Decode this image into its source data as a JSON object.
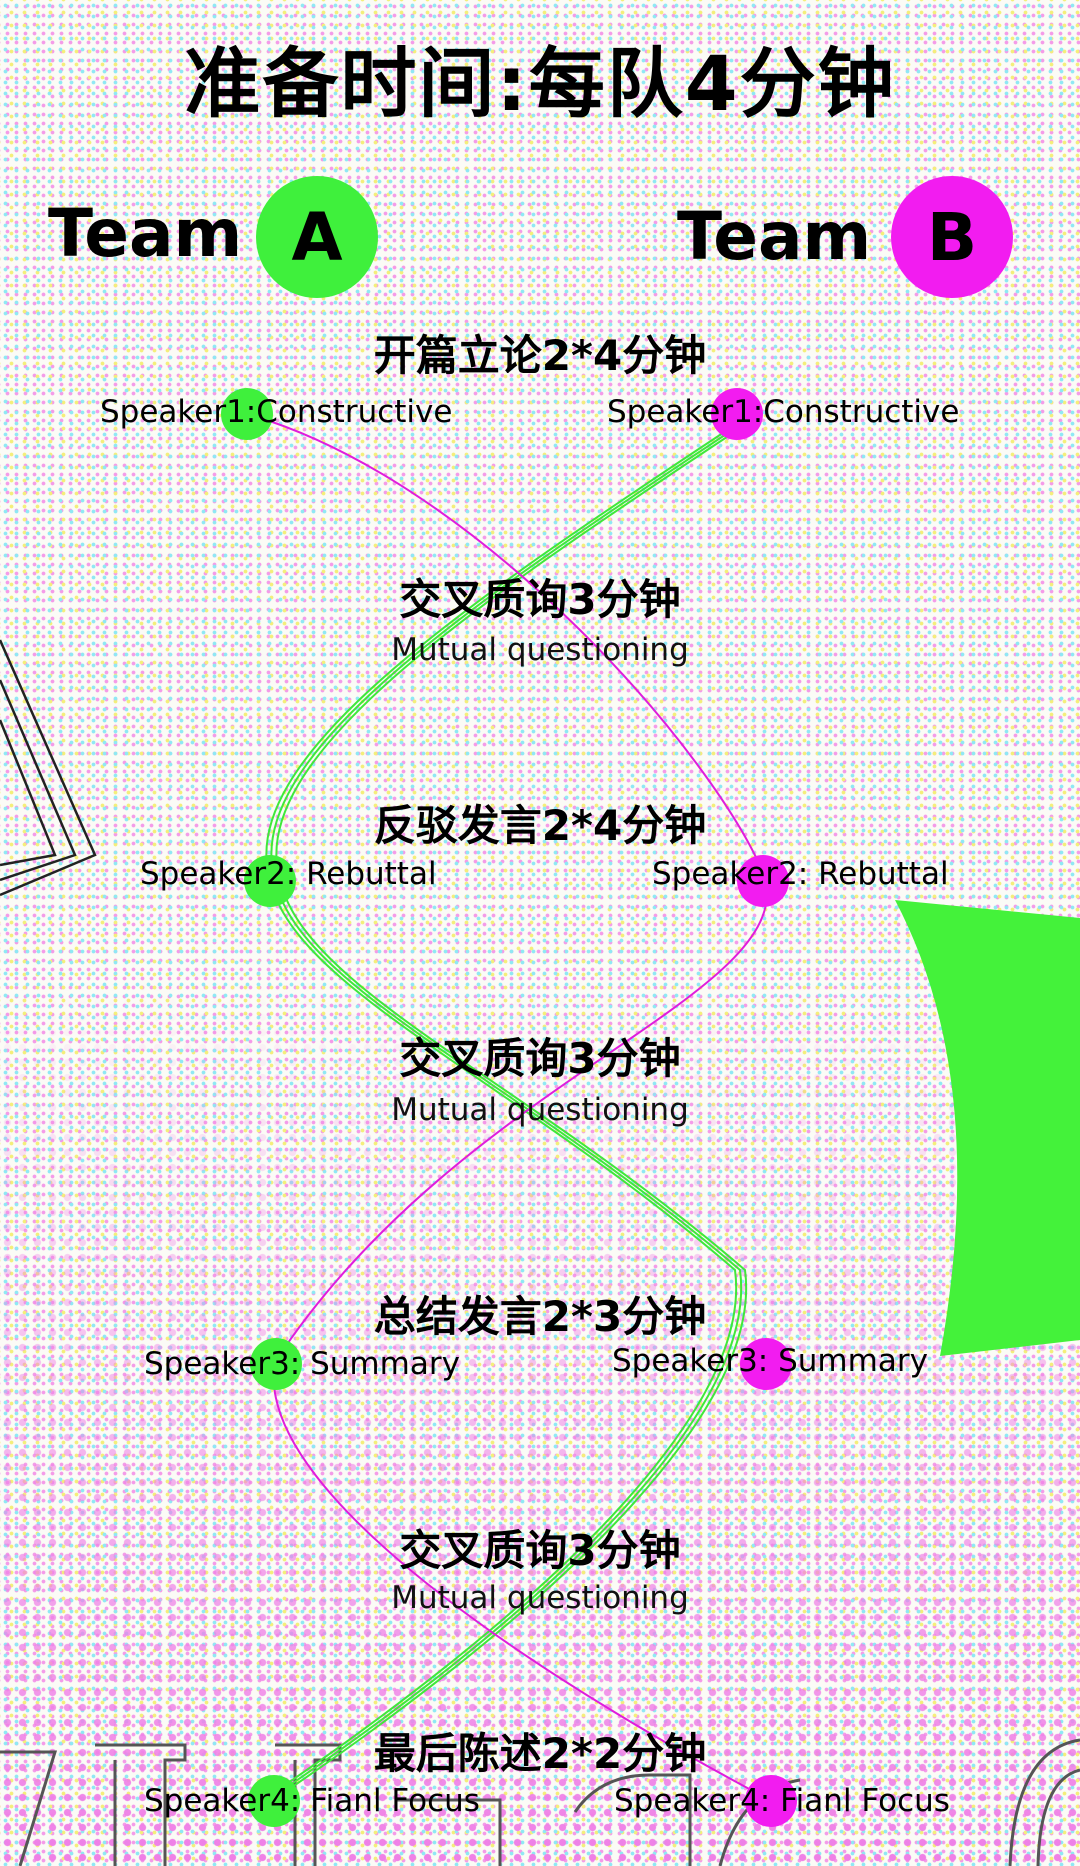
{
  "title": "准备时间:每队4分钟",
  "colors": {
    "team_a": "#3ff03c",
    "team_b": "#f21cf0",
    "text": "#000000"
  },
  "teams": {
    "a": {
      "word": "Team",
      "letter": "A"
    },
    "b": {
      "word": "Team",
      "letter": "B"
    }
  },
  "phases": [
    {
      "title": "开篇立论2*4分钟",
      "speaker_a": "Speaker1:Constructive",
      "speaker_b": "Speaker1:Constructive"
    },
    {
      "title": "交叉质询3分钟",
      "subtitle": "Mutual questioning"
    },
    {
      "title": "反驳发言2*4分钟",
      "speaker_a": "Speaker2: Rebuttal",
      "speaker_b": "Speaker2: Rebuttal"
    },
    {
      "title": "交叉质询3分钟",
      "subtitle": "Mutual questioning"
    },
    {
      "title": "总结发言2*3分钟",
      "speaker_a": "Speaker3: Summary",
      "speaker_b": "Speaker3: Summary"
    },
    {
      "title": "交叉质询3分钟",
      "subtitle": "Mutual questioning"
    },
    {
      "title": "最后陈述2*2分钟",
      "speaker_a": "Speaker4: Fianl Focus",
      "speaker_b": "Speaker4: Fianl Focus"
    }
  ]
}
